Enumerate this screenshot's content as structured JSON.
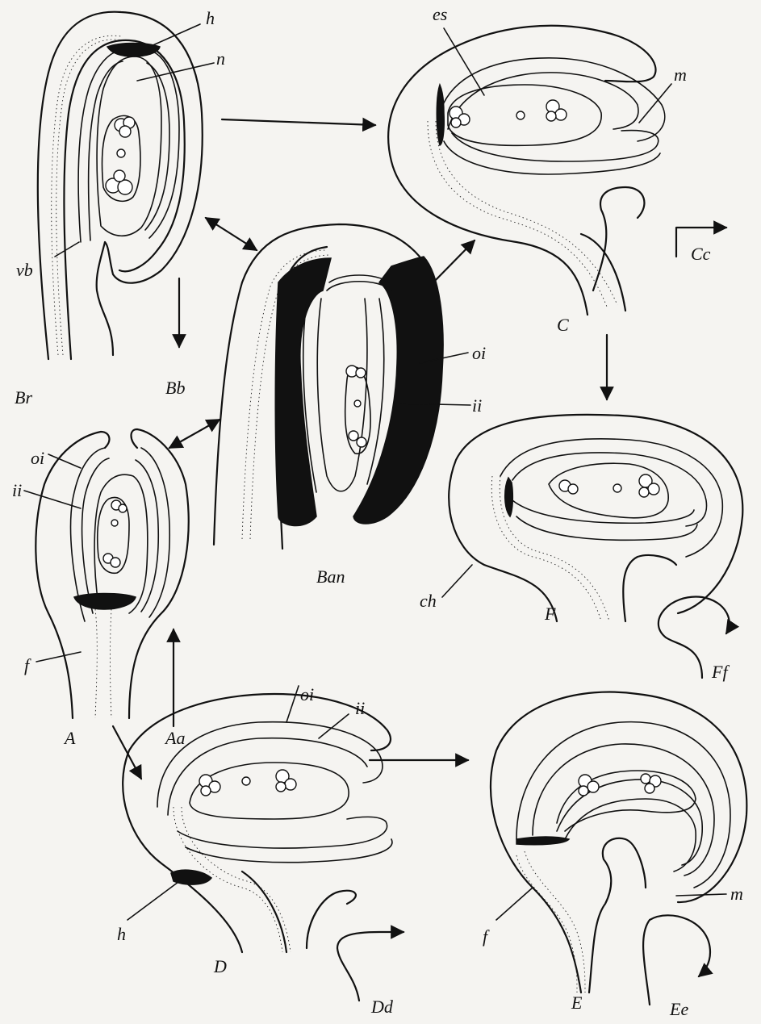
{
  "labels": {
    "h_top": "h",
    "n": "n",
    "es": "es",
    "m_top": "m",
    "vb": "vb",
    "Br": "Br",
    "Bb": "Bb",
    "C": "C",
    "Cc": "Cc",
    "oi_ban": "oi",
    "ii_ban": "ii",
    "Ban": "Ban",
    "oi_a": "oi",
    "ii_a": "ii",
    "f_a": "f",
    "A": "A",
    "Aa": "Aa",
    "ch": "ch",
    "F": "F",
    "Ff": "Ff",
    "oi_d": "oi",
    "ii_d": "ii",
    "h_d": "h",
    "D": "D",
    "Dd": "Dd",
    "f_e": "f",
    "m_e": "m",
    "E": "E",
    "Ee": "Ee"
  },
  "colors": {
    "ink": "#111111",
    "paper": "#f5f4f1"
  }
}
